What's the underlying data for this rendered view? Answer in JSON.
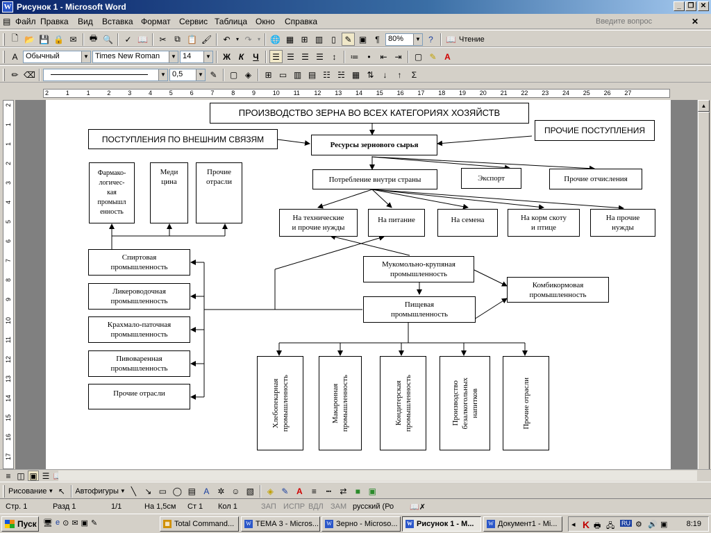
{
  "window": {
    "title": "Рисунок 1 - Microsoft Word",
    "icon": "W"
  },
  "menu": [
    "Файл",
    "Правка",
    "Вид",
    "Вставка",
    "Формат",
    "Сервис",
    "Таблица",
    "Окно",
    "Справка"
  ],
  "help_placeholder": "Введите вопрос",
  "toolbar_standard": {
    "zoom": "80%",
    "read_label": "Чтение"
  },
  "toolbar_format": {
    "style": "Обычный",
    "font": "Times New Roman",
    "size": "14",
    "bold": "Ж",
    "italic": "К",
    "underline": "Ч"
  },
  "toolbar_drawing_props": {
    "line_width": "0,5"
  },
  "ruler": {
    "h": [
      "2",
      "1",
      "1",
      "2",
      "3",
      "4",
      "5",
      "6",
      "7",
      "8",
      "9",
      "10",
      "11",
      "12",
      "13",
      "14",
      "15",
      "16",
      "17",
      "18",
      "19",
      "20",
      "21",
      "22",
      "23",
      "24",
      "25",
      "26",
      "27"
    ],
    "v": [
      "2",
      "1",
      "1",
      "2",
      "3",
      "4",
      "5",
      "6",
      "7",
      "8",
      "9",
      "10",
      "11",
      "12",
      "13",
      "14",
      "15",
      "16",
      "17"
    ]
  },
  "diagram": {
    "top": "ПРОИЗВОДСТВО ЗЕРНА ВО ВСЕХ КАТЕГОРИЯХ ХОЗЯЙСТВ",
    "external": "ПОСТУПЛЕНИЯ ПО ВНЕШНИМ СВЯЗЯМ",
    "resources": "Ресурсы зернового сырья",
    "other_income": "ПРОЧИЕ ПОСТУПЛЕНИЯ",
    "pharma": "Фармако-\nлогичес-\nкая\nпромышл\nенность",
    "medicine": "Меди\nцина",
    "other_sectors_top": "Прочие\nотрасли",
    "domestic": "Потребление внутри страны",
    "export": "Экспорт",
    "other_deductions": "Прочие отчисления",
    "tech": "На технические\nи прочие нужды",
    "food": "На питание",
    "seeds": "На семена",
    "feed": "На корм скоту\nи птице",
    "other_needs": "На прочие\nнужды",
    "spirit": "Спиртовая\nпромышленность",
    "liquor": "Ликероводочная\nпромышленность",
    "starch": "Крахмало-паточная\nпромышленность",
    "beer": "Пивоваренная\nпромышленность",
    "other_sectors_left": "Прочие отрасли",
    "milling": "Мукомольно-крупяная\nпромышленность",
    "fodder": "Комбикормовая\nпромышленность",
    "foodind": "Пищевая\nпромышленность",
    "bakery": "Хлебопекарная\nпромышленность",
    "pasta": "Макаронная\nпромышленность",
    "confect": "Кондитерская\nпромышленность",
    "softdrinks": "Производство\nбезалкогольных\nнапитков",
    "other_sectors_bottom": "Прочие отрасли"
  },
  "drawbar": {
    "draw": "Рисование",
    "autoshapes": "Автофигуры"
  },
  "status": {
    "page": "Стр. 1",
    "section": "Разд 1",
    "pages": "1/1",
    "at": "На 1,5см",
    "line": "Ст 1",
    "col": "Кол 1",
    "rec": "ЗАП",
    "trk": "ИСПР",
    "ext": "ВДЛ",
    "ovr": "ЗАМ",
    "lang": "русский (Ро"
  },
  "taskbar": {
    "start": "Пуск",
    "tasks": [
      "Total Command...",
      "ТЕМА 3 - Micros...",
      "Зерно - Microso...",
      "Рисунок 1 - M...",
      "Документ1 - Mi..."
    ],
    "lang": "RU",
    "clock": "8:19"
  }
}
